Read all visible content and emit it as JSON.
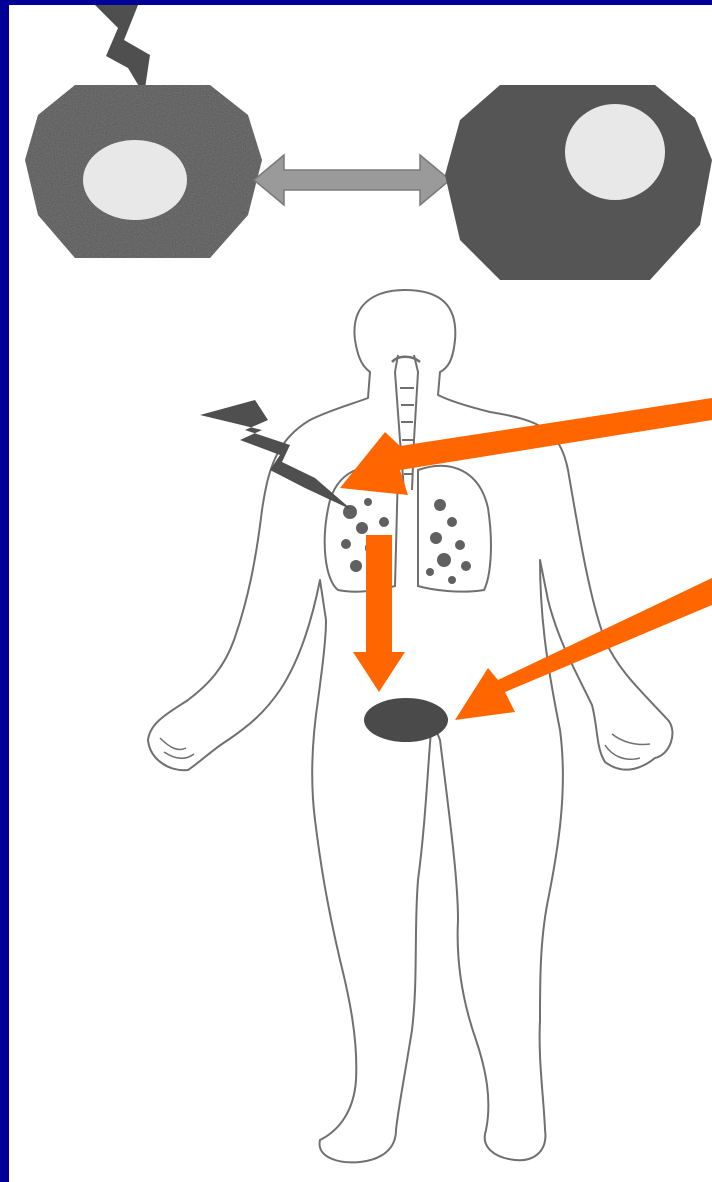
{
  "diagram": {
    "top_cells": [
      {
        "role": "irradiated-cell"
      },
      {
        "role": "bystander-cell"
      }
    ],
    "connector": "double-headed-arrow",
    "body": "human-body-outline",
    "targets": [
      "lung",
      "distant-organ"
    ],
    "icons": [
      "lightning-bolt-icon",
      "orange-arrow-icon"
    ]
  },
  "colors": {
    "frame": "#000099",
    "background": "#ffffff",
    "cell": "#555555",
    "nucleus": "#e8e8e8",
    "connector": "#9a9a9a",
    "lightning": "#4f4f4f",
    "arrow": "#ff6600",
    "outline": "#707070",
    "organ": "#4a4a4a"
  }
}
